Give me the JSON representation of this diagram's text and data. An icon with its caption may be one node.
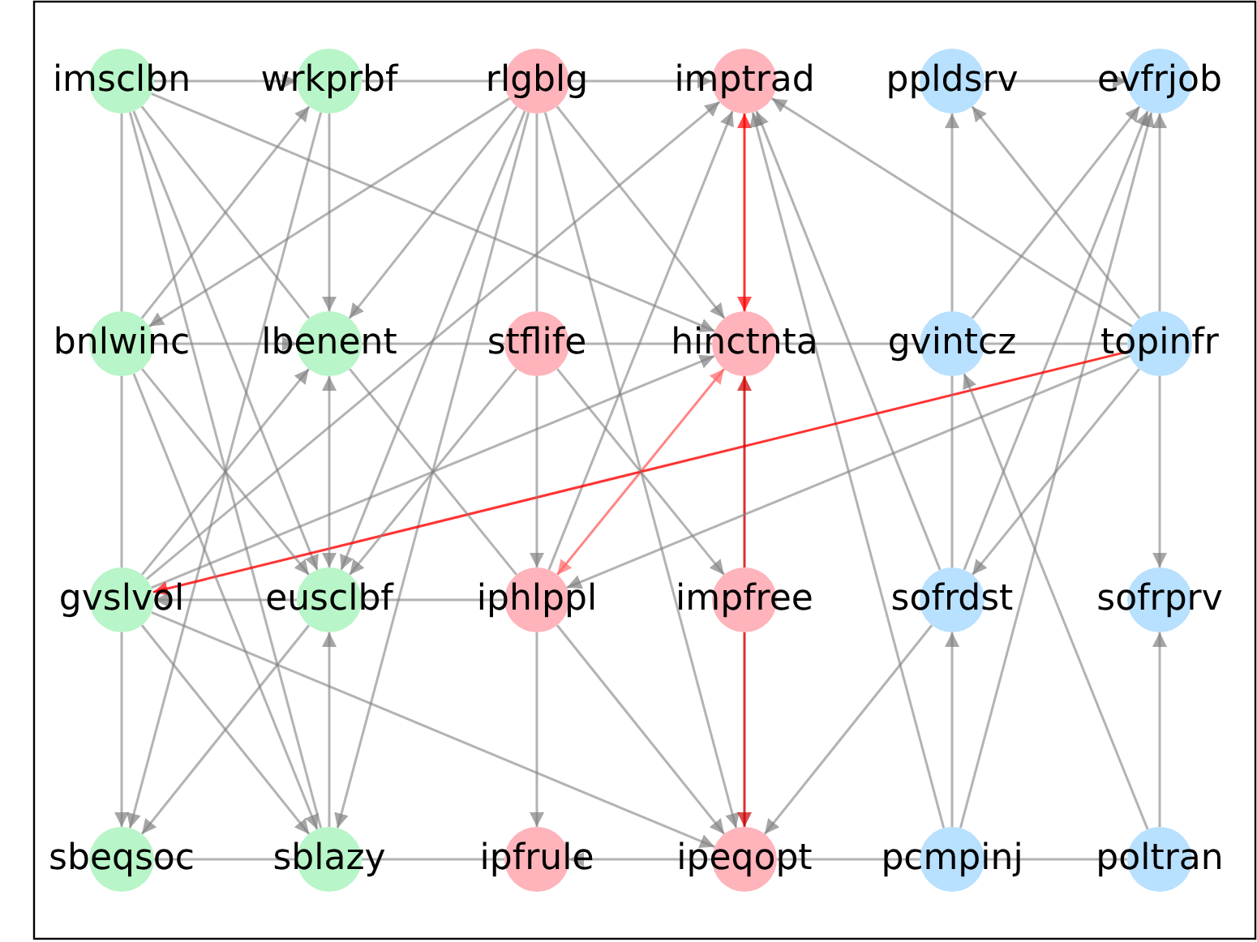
{
  "diagram": {
    "nodes": [
      {
        "text": [
          "imsclbn"
        ]
      },
      {
        "text": [
          "wrkprbf"
        ]
      },
      {
        "text": [
          "rlgblg"
        ]
      },
      {
        "text": [
          "imptrad"
        ]
      },
      {
        "text": [
          "ppldsrv"
        ]
      },
      {
        "text": [
          "evfrjob"
        ]
      },
      {
        "text": [
          "bnlwinc"
        ]
      },
      {
        "text": [
          "lbenent"
        ]
      },
      {
        "text": [
          "stflife"
        ]
      },
      {
        "text": [
          "hinctnta"
        ]
      },
      {
        "text": [
          "gvintcz"
        ]
      },
      {
        "text": [
          "topinfr"
        ]
      },
      {
        "text": [
          "gvslvol"
        ]
      },
      {
        "text": [
          "eusclbf"
        ]
      },
      {
        "text": [
          "iphlppl"
        ]
      },
      {
        "text": [
          "impfree"
        ]
      },
      {
        "text": [
          "sofrdst"
        ]
      },
      {
        "text": [
          "sofrprv"
        ]
      },
      {
        "text": [
          "sbeqsoc"
        ]
      },
      {
        "text": [
          "sblazy"
        ]
      },
      {
        "text": [
          "ipfrule"
        ]
      },
      {
        "text": [
          "ipeqopt"
        ]
      },
      {
        "text": [
          "pcmpinj"
        ]
      },
      {
        "text": [
          "poltran"
        ]
      }
    ],
    "edges": [
      {
        "from": 0,
        "to": 1,
        "arrow": "to"
      },
      {
        "from": 1,
        "to": 2,
        "arrow": "none"
      },
      {
        "from": 2,
        "to": 3,
        "arrow": "to"
      },
      {
        "from": 4,
        "to": 5,
        "arrow": "to"
      },
      {
        "from": 0,
        "to": 6,
        "arrow": "none"
      },
      {
        "from": 0,
        "to": 7,
        "arrow": "none"
      },
      {
        "from": 0,
        "to": 13,
        "arrow": "to"
      },
      {
        "from": 0,
        "to": 9,
        "arrow": "to"
      },
      {
        "from": 0,
        "to": 19,
        "arrow": "none"
      },
      {
        "from": 1,
        "to": 7,
        "arrow": "to"
      },
      {
        "from": 6,
        "to": 1,
        "arrow": "to"
      },
      {
        "from": 1,
        "to": 18,
        "arrow": "to"
      },
      {
        "from": 2,
        "to": 6,
        "arrow": "to"
      },
      {
        "from": 2,
        "to": 7,
        "arrow": "to"
      },
      {
        "from": 2,
        "to": 13,
        "arrow": "to"
      },
      {
        "from": 2,
        "to": 19,
        "arrow": "to"
      },
      {
        "from": 2,
        "to": 8,
        "arrow": "none"
      },
      {
        "from": 2,
        "to": 9,
        "arrow": "to"
      },
      {
        "from": 2,
        "to": 21,
        "arrow": "to"
      },
      {
        "from": 6,
        "to": 7,
        "arrow": "to"
      },
      {
        "from": 7,
        "to": 8,
        "arrow": "none"
      },
      {
        "from": 8,
        "to": 9,
        "arrow": "none"
      },
      {
        "from": 9,
        "to": 10,
        "arrow": "none"
      },
      {
        "from": 10,
        "to": 11,
        "arrow": "none"
      },
      {
        "from": 3,
        "to": 9,
        "arrow": "both",
        "color": "#ff0000"
      },
      {
        "from": 11,
        "to": 5,
        "arrow": "to"
      },
      {
        "from": 11,
        "to": 4,
        "arrow": "to"
      },
      {
        "from": 11,
        "to": 3,
        "arrow": "to"
      },
      {
        "from": 10,
        "to": 4,
        "arrow": "to"
      },
      {
        "from": 10,
        "to": 5,
        "arrow": "to"
      },
      {
        "from": 16,
        "to": 5,
        "arrow": "to"
      },
      {
        "from": 22,
        "to": 5,
        "arrow": "to"
      },
      {
        "from": 22,
        "to": 3,
        "arrow": "to"
      },
      {
        "from": 16,
        "to": 3,
        "arrow": "to"
      },
      {
        "from": 14,
        "to": 3,
        "arrow": "to"
      },
      {
        "from": 12,
        "to": 3,
        "arrow": "to"
      },
      {
        "from": 12,
        "to": 9,
        "arrow": "to"
      },
      {
        "from": 14,
        "to": 9,
        "arrow": "both",
        "color": "#ff6666"
      },
      {
        "from": 11,
        "to": 12,
        "arrow": "to",
        "color": "#ff0000"
      },
      {
        "from": 15,
        "to": 9,
        "arrow": "to",
        "color": "#cc0000"
      },
      {
        "from": 15,
        "to": 21,
        "arrow": "to",
        "color": "#cc0000"
      },
      {
        "from": 11,
        "to": 16,
        "arrow": "to"
      },
      {
        "from": 11,
        "to": 17,
        "arrow": "to"
      },
      {
        "from": 11,
        "to": 14,
        "arrow": "to"
      },
      {
        "from": 16,
        "to": 10,
        "arrow": "none"
      },
      {
        "from": 23,
        "to": 10,
        "arrow": "to"
      },
      {
        "from": 22,
        "to": 16,
        "arrow": "to"
      },
      {
        "from": 23,
        "to": 17,
        "arrow": "to"
      },
      {
        "from": 16,
        "to": 21,
        "arrow": "to"
      },
      {
        "from": 14,
        "to": 21,
        "arrow": "to"
      },
      {
        "from": 8,
        "to": 15,
        "arrow": "to"
      },
      {
        "from": 8,
        "to": 14,
        "arrow": "to"
      },
      {
        "from": 8,
        "to": 13,
        "arrow": "to"
      },
      {
        "from": 12,
        "to": 21,
        "arrow": "to"
      },
      {
        "from": 7,
        "to": 14,
        "arrow": "none"
      },
      {
        "from": 14,
        "to": 13,
        "arrow": "none"
      },
      {
        "from": 13,
        "to": 12,
        "arrow": "to"
      },
      {
        "from": 12,
        "to": 7,
        "arrow": "to"
      },
      {
        "from": 13,
        "to": 7,
        "arrow": "both"
      },
      {
        "from": 19,
        "to": 13,
        "arrow": "to"
      },
      {
        "from": 13,
        "to": 18,
        "arrow": "to"
      },
      {
        "from": 12,
        "to": 18,
        "arrow": "to"
      },
      {
        "from": 12,
        "to": 19,
        "arrow": "to"
      },
      {
        "from": 6,
        "to": 13,
        "arrow": "to"
      },
      {
        "from": 6,
        "to": 19,
        "arrow": "to"
      },
      {
        "from": 6,
        "to": 12,
        "arrow": "none"
      },
      {
        "from": 18,
        "to": 19,
        "arrow": "none"
      },
      {
        "from": 19,
        "to": 20,
        "arrow": "none"
      },
      {
        "from": 21,
        "to": 20,
        "arrow": "to"
      },
      {
        "from": 21,
        "to": 22,
        "arrow": "none"
      },
      {
        "from": 22,
        "to": 23,
        "arrow": "none"
      },
      {
        "from": 14,
        "to": 20,
        "arrow": "to"
      }
    ]
  }
}
